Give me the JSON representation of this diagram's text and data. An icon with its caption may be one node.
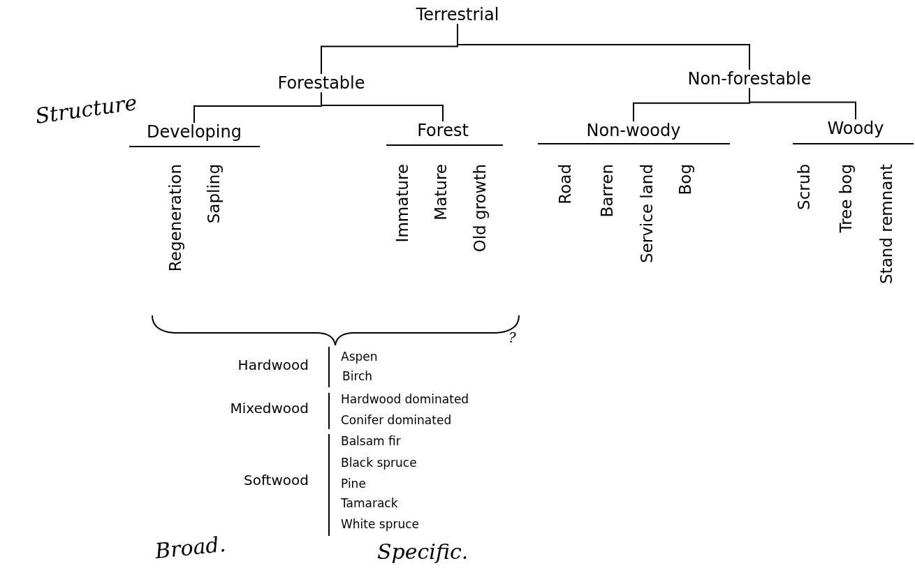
{
  "diagram": {
    "nodes": [
      {
        "text": [
          "Terrestrial"
        ]
      },
      {
        "text": [
          "Forestable"
        ]
      },
      {
        "text": [
          "Non-forestable"
        ]
      },
      {
        "text": [
          "Developing"
        ]
      },
      {
        "text": [
          "Forest"
        ]
      },
      {
        "text": [
          "Non-woody"
        ]
      },
      {
        "text": [
          "Woody"
        ]
      }
    ],
    "edges": [
      {
        "from": 0,
        "to": 1,
        "arrow": "none"
      },
      {
        "from": 0,
        "to": 2,
        "arrow": "none"
      },
      {
        "from": 1,
        "to": 3,
        "arrow": "none"
      },
      {
        "from": 1,
        "to": 4,
        "arrow": "none"
      },
      {
        "from": 2,
        "to": 5,
        "arrow": "none"
      },
      {
        "from": 2,
        "to": 6,
        "arrow": "none"
      }
    ],
    "labels": [
      "Structure",
      "Regeneration",
      "Sapling",
      "Immature",
      "Mature",
      "Old growth",
      "Road",
      "Barren",
      "Service land",
      "Bog",
      "Scrub",
      "Tree bog",
      "Stand remnant",
      "?",
      "Hardwood",
      "Aspen",
      "Birch",
      "Mixedwood",
      "Hardwood dominated",
      "Conifer dominated",
      "Softwood",
      "Balsam fir",
      "Black spruce",
      "Pine",
      "Tamarack",
      "White spruce",
      "Broad.",
      "Specific."
    ]
  }
}
